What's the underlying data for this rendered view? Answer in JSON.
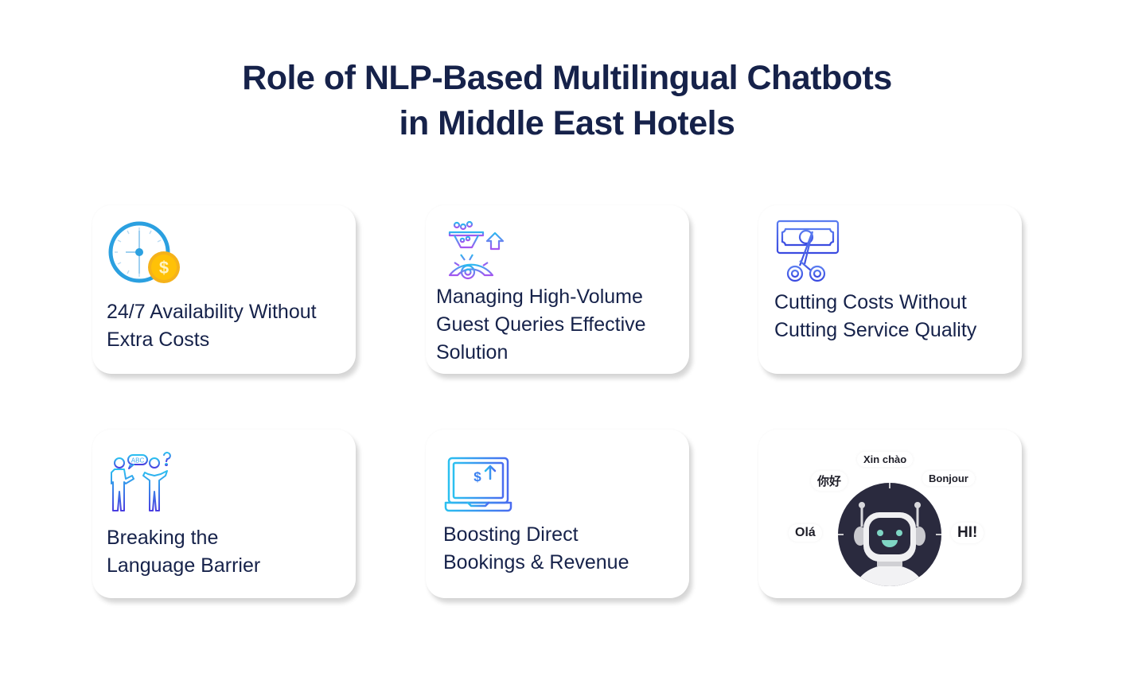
{
  "title": {
    "line1": "Role of NLP-Based Multilingual Chatbots",
    "line2": "in Middle East Hotels"
  },
  "colors": {
    "title_text": "#16224a",
    "card_background": "#ffffff",
    "clock_blue": "#2ba0e0",
    "coin_gold": "#f5b21a",
    "icon_gradient_start": "#2bb8f0",
    "icon_gradient_end": "#5a48e8",
    "robot_circle": "#2a2a3e",
    "robot_face_accent": "#7fd6c4"
  },
  "cards": [
    {
      "icon": "clock-coin-icon",
      "lines": [
        "24/7 Availability Without",
        "Extra Costs"
      ]
    },
    {
      "icon": "funnel-gear-growth-icon",
      "lines": [
        "Managing High-Volume",
        "Guest Queries Effective",
        "Solution"
      ]
    },
    {
      "icon": "scissors-cutting-money-icon",
      "lines": [
        "Cutting Costs Without",
        "Cutting Service Quality"
      ]
    },
    {
      "icon": "people-conversation-icon",
      "lines": [
        "Breaking the",
        "Language Barrier"
      ],
      "speech_text": "ABC",
      "question_mark": "?"
    },
    {
      "icon": "laptop-revenue-icon",
      "lines": [
        "Boosting Direct",
        "Bookings & Revenue"
      ],
      "screen_symbols": "$"
    },
    {
      "icon": "multilingual-robot-icon",
      "greetings": {
        "top": "Xin chào",
        "top_left": "你好",
        "top_right": "Bonjour",
        "left": "Olá",
        "right": "HI!"
      }
    }
  ]
}
